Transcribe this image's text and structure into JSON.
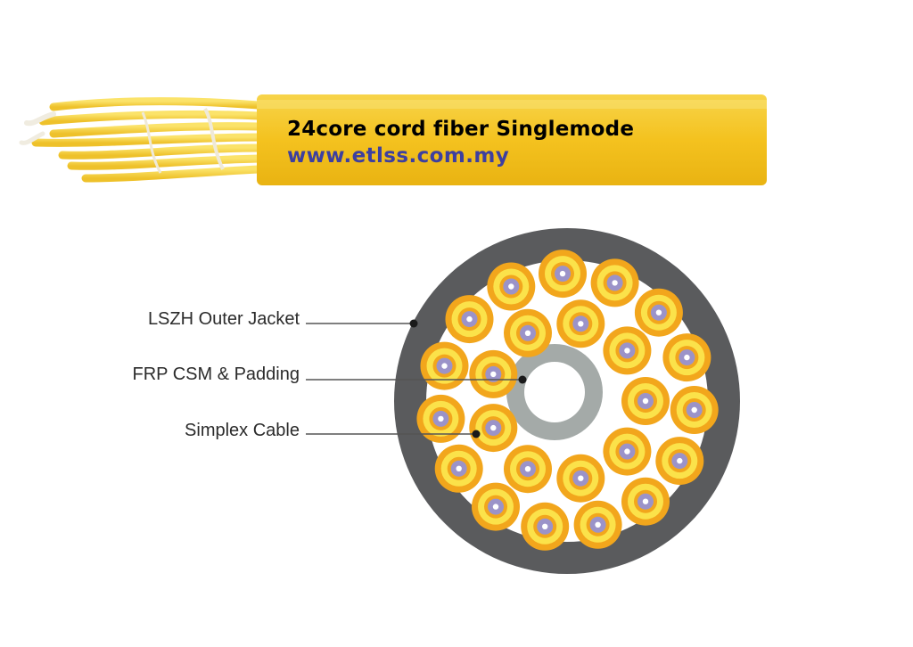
{
  "header": {
    "title": "24core cord fiber Singlemode",
    "url": "www.etlss.com.my"
  },
  "callouts": [
    {
      "id": "jacket",
      "label": "LSZH Outer Jacket"
    },
    {
      "id": "frp",
      "label": "FRP CSM & Padding"
    },
    {
      "id": "simplex",
      "label": "Simplex Cable"
    }
  ],
  "colors": {
    "jacket": "#5a5b5d",
    "cable_yellow": "#f6c72a",
    "simplex_orange": "#f2a61c",
    "simplex_yellow": "#fbe24a",
    "fiber_core": "#9b93c9",
    "frp_ring": "#a4aaa8",
    "text_url": "#3d3fa0"
  },
  "diagram": {
    "simplex_count": 24
  }
}
